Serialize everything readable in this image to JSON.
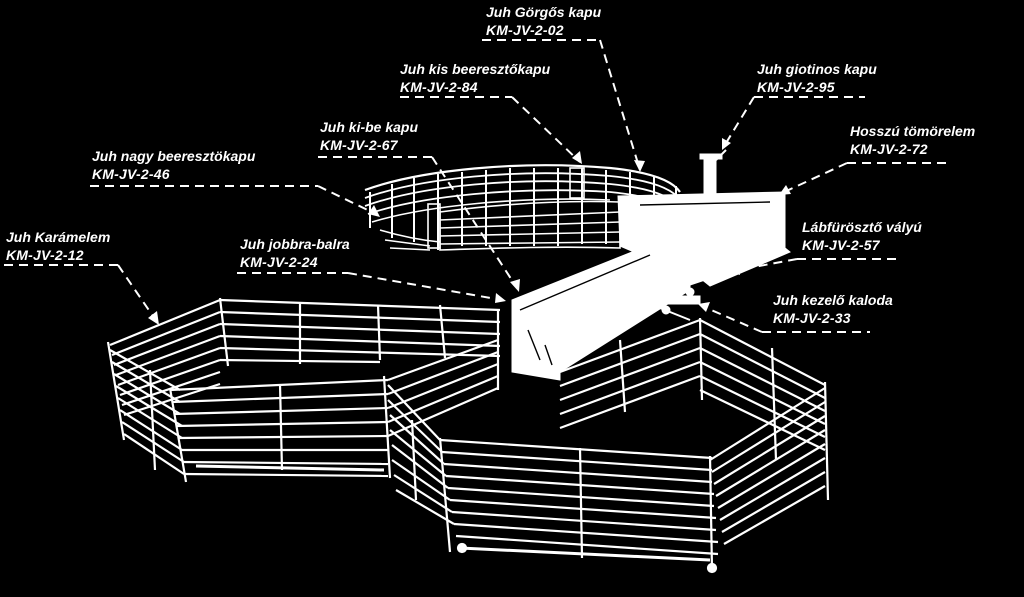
{
  "colors": {
    "background": "#000000",
    "foreground": "#ffffff"
  },
  "labels": [
    {
      "id": "gorgos-kapu",
      "name": "Juh Görgős kapu",
      "code": "KM-JV-2-02"
    },
    {
      "id": "kis-beereszto",
      "name": "Juh kis beeresztőkapu",
      "code": "KM-JV-2-84"
    },
    {
      "id": "giotinos-kapu",
      "name": "Juh giotinos kapu",
      "code": "KM-JV-2-95"
    },
    {
      "id": "ki-be-kapu",
      "name": "Juh ki-be kapu",
      "code": "KM-JV-2-67"
    },
    {
      "id": "hosszu-tomorelem",
      "name": "Hosszú tömörelem",
      "code": "KM-JV-2-72"
    },
    {
      "id": "nagy-beereszto",
      "name": "Juh nagy beeresztökapu",
      "code": "KM-JV-2-46"
    },
    {
      "id": "labfuroszto",
      "name": "Lábfürösztő vályú",
      "code": "KM-JV-2-57"
    },
    {
      "id": "karamelem",
      "name": "Juh Karámelem",
      "code": "KM-JV-2-12"
    },
    {
      "id": "jobbra-balra",
      "name": "Juh jobbra-balra",
      "code": "KM-JV-2-24"
    },
    {
      "id": "kezelo-kaloda",
      "name": "Juh kezelő kaloda",
      "code": "KM-JV-2-33"
    }
  ]
}
